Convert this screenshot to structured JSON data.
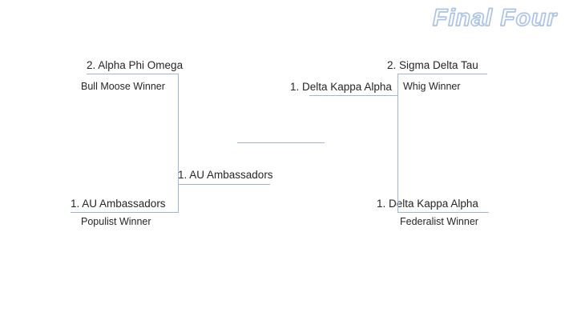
{
  "title": "Final Four",
  "bracket": {
    "left": {
      "top": {
        "seed_label": "2. Alpha Phi Omega",
        "winner_label": "Bull Moose Winner"
      },
      "bottom": {
        "seed_label": "1. AU Ambassadors",
        "winner_label": "Populist Winner"
      },
      "advancing": {
        "seed_label": "1. AU Ambassadors"
      }
    },
    "right": {
      "top": {
        "seed_label": "2. Sigma Delta Tau",
        "winner_label": "Whig Winner"
      },
      "bottom": {
        "seed_label": "1. Delta Kappa Alpha",
        "winner_label": "Federalist Winner"
      },
      "advancing": {
        "seed_label": "1. Delta Kappa Alpha"
      }
    }
  },
  "colors": {
    "line": "#9db7d9",
    "title_outline": "#a9c2e8",
    "text": "#262626"
  }
}
